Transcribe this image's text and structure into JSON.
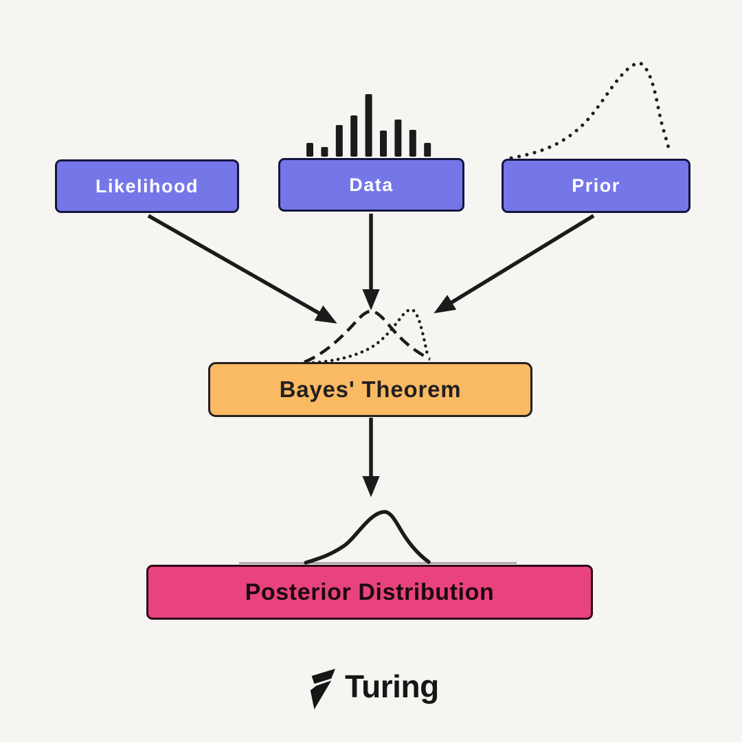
{
  "diagram": {
    "title_semantic": "Bayes' Theorem flow diagram",
    "nodes": {
      "likelihood": {
        "label": "Likelihood",
        "color": "#7577e9"
      },
      "data": {
        "label": "Data",
        "color": "#7577e9"
      },
      "prior": {
        "label": "Prior",
        "color": "#7577e9"
      },
      "bayes": {
        "label": "Bayes' Theorem",
        "color": "#f9ba63"
      },
      "posterior": {
        "label": "Posterior Distribution",
        "color": "#e8437e"
      }
    },
    "edges": [
      {
        "from": "likelihood",
        "to": "bayes"
      },
      {
        "from": "data",
        "to": "bayes"
      },
      {
        "from": "prior",
        "to": "bayes"
      },
      {
        "from": "bayes",
        "to": "posterior"
      }
    ]
  },
  "figures": {
    "data_histogram": {
      "type": "bar",
      "description": "small black histogram above the Data node",
      "heights": [
        20,
        14,
        46,
        60,
        91,
        38,
        54,
        39,
        20
      ]
    },
    "prior_curve": {
      "type": "line",
      "style": "dotted",
      "description": "right-skewed dotted bell curve above the Prior node, peak near right side"
    },
    "bayes_input_curves": [
      {
        "type": "line",
        "style": "dashed",
        "description": "bell curve peaking left of center above Bayes' Theorem node"
      },
      {
        "type": "line",
        "style": "dotted",
        "description": "overlapping bell curve peaking right of center"
      }
    ],
    "posterior_curve": {
      "type": "line",
      "style": "solid",
      "description": "right-skewed solid bell curve with gray baseline sitting on the Posterior Distribution node"
    }
  },
  "colors": {
    "background": "#f6f5f2",
    "node_blue": "#7577e9",
    "node_blue_border": "#14143f",
    "node_orange": "#f9ba63",
    "node_orange_border": "#231f20",
    "node_pink": "#e8437e",
    "node_pink_border": "#2d0716",
    "ink": "#1b1b1b",
    "baseline_gray": "#a39ca0"
  },
  "logo": {
    "brand": "Turing"
  }
}
